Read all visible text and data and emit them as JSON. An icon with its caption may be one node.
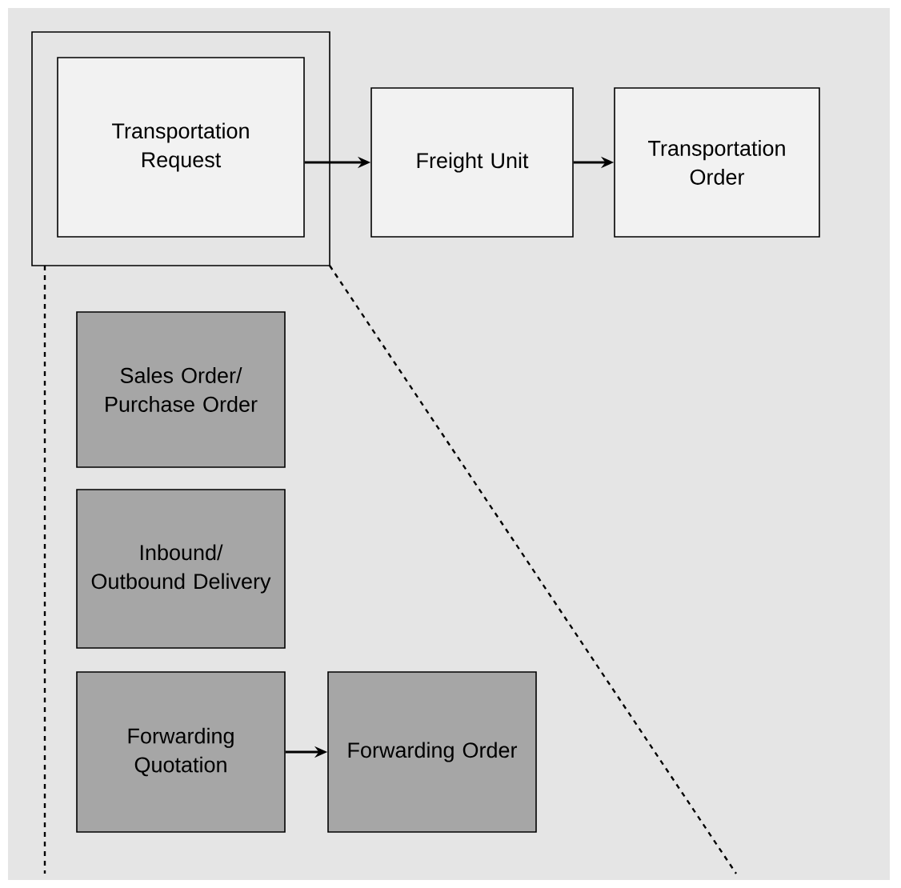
{
  "diagram": {
    "nodes": [
      {
        "text": [],
        "shape": "box"
      },
      {
        "text": [
          "Transportation Request"
        ],
        "in": 0
      },
      {
        "text": [
          "Freight Unit"
        ]
      },
      {
        "text": [
          "Transportation Order"
        ]
      },
      {
        "text": [
          "Sales Order/ Purchase Order"
        ]
      },
      {
        "text": [
          "Inbound/ Outbound Delivery"
        ]
      },
      {
        "text": [
          "Forwarding Quotation"
        ]
      },
      {
        "text": [
          "Forwarding Order"
        ]
      }
    ],
    "edges": [
      {
        "from": 1,
        "to": 2,
        "arrow": "to"
      },
      {
        "from": 2,
        "to": 3,
        "arrow": "to"
      },
      {
        "from": 6,
        "to": 7,
        "arrow": "to"
      }
    ]
  }
}
